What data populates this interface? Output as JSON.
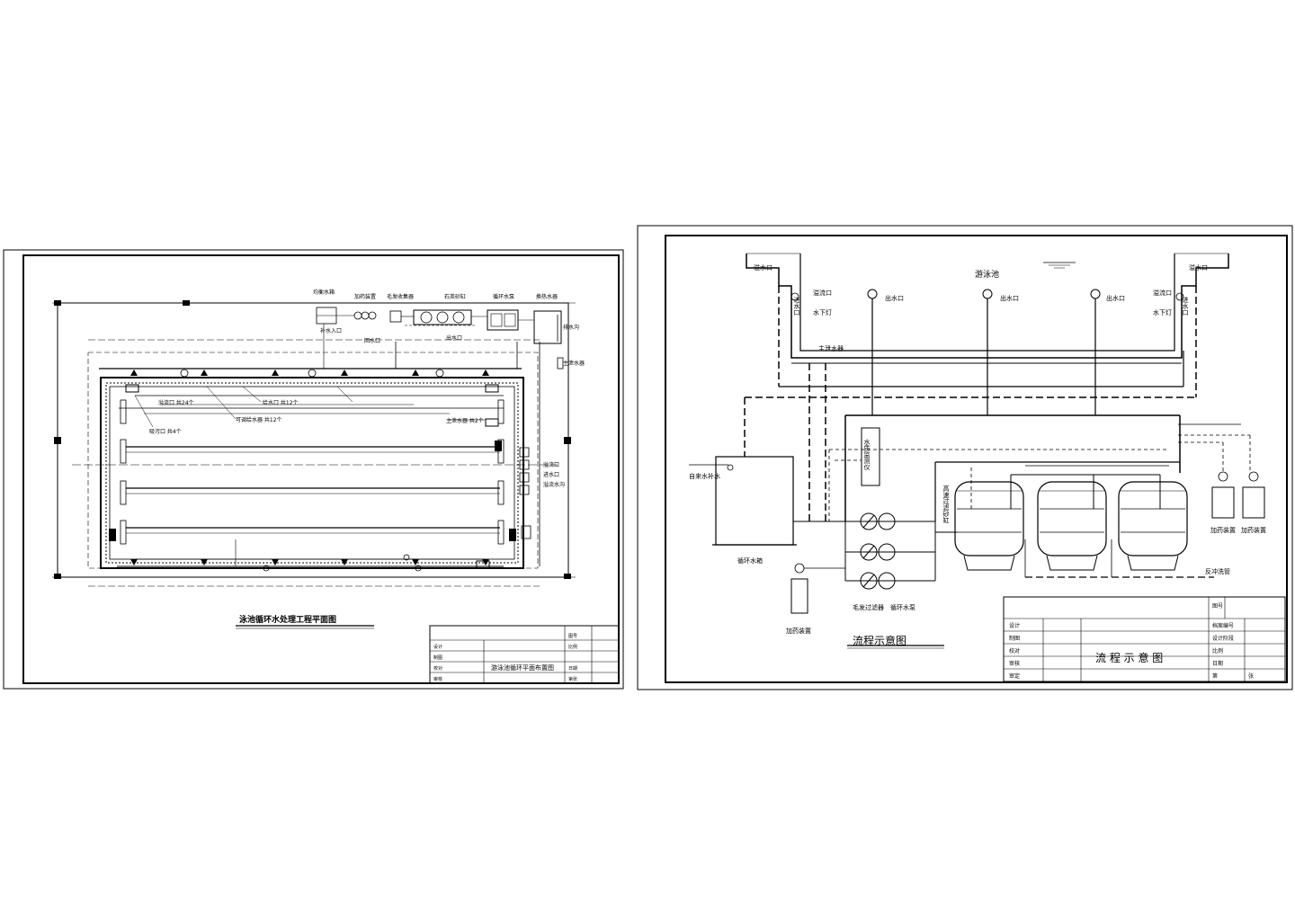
{
  "sheet1": {
    "title": "泳池循环水处理工程平面图",
    "equipment": {
      "balance_tank": "均衡水箱",
      "dosing": "加药装置",
      "prefilter": "毛发收集器",
      "sand_filter": "石英砂缸",
      "circ_pump": "循环水泵",
      "heater": "换热水器"
    },
    "small_labels": {
      "makeup": "补水入口",
      "return": "回水口",
      "outlet": "出水口",
      "drain": "排水沟",
      "main_drain": "主泄水器",
      "overflow": "溢流口",
      "inlet": "进水口",
      "side": "溢流水沟"
    },
    "note_overflow": "溢流口  共24个",
    "note_inlet": "给水口  共12个",
    "note_side": "可调给水器  共12个",
    "note_drain": "主泄水器  共2个",
    "note_sweep": "吸污口  共4个",
    "titleblock": {
      "drawing_name": "游泳池循环平面布置图",
      "rows_left": [
        "设计",
        "制图",
        "校对",
        "审核"
      ],
      "rows_right": [
        "图号",
        "比例",
        "日期",
        "第张"
      ]
    }
  },
  "sheet2": {
    "title": "流程示意图",
    "pool": "游泳池",
    "labels": {
      "overflow_l": "溢水口",
      "overflow_r": "溢水口",
      "inlet_l": "进水口",
      "inlet_r": "进水口",
      "outlet1": "出水口",
      "outlet2": "出水口",
      "outlet3": "出水口",
      "overflow_pipe_l": "溢流口",
      "overflow_pipe_r": "溢流口",
      "drain_l": "水下灯",
      "drain_r": "水下灯",
      "main_drain": "主泄水器",
      "tap_water": "自来水补水",
      "balance_tank": "循环水箱",
      "quality": "水质监测仪",
      "filter": "高速过滤砂缸",
      "prefilter": "毛发过滤器",
      "pump": "循环水泵",
      "dosing1": "加药装置",
      "dosing2": "加药装置",
      "dosing3": "加药装置",
      "backwash": "反冲洗管"
    },
    "titleblock": {
      "drawing_name": "流 程 示 意 图",
      "rows_left": [
        "设计",
        "制图",
        "校对",
        "审核",
        "审定"
      ],
      "rows_right_1": [
        "图号",
        "档案编号",
        "设计阶段",
        "比例",
        "日期",
        "第"
      ],
      "rows_right_2": [
        "",
        "",
        "",
        "",
        "",
        "张"
      ]
    }
  }
}
